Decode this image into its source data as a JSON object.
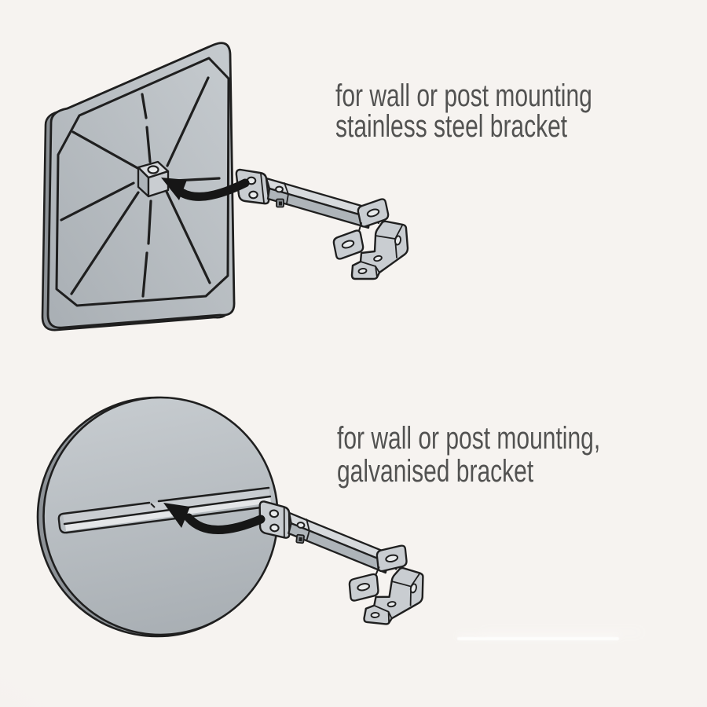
{
  "colors": {
    "background": "#f6f3f0",
    "outline": "#1f1f1f",
    "text": "#3c3c3c",
    "mirror_light": "#c6cbcf",
    "mirror_dark": "#a9afb4",
    "mirror_rim": "#8d9297",
    "metal_top": "#d7dadd",
    "metal_face": "#c9cdd1",
    "metal_side": "#aeb4b9",
    "hole": "#e9ebec",
    "arrow": "#161616",
    "streak": "#ffffff"
  },
  "sections": [
    {
      "id": "stainless",
      "caption": {
        "line1": "for wall or post mounting",
        "line2": "stainless steel bracket"
      }
    },
    {
      "id": "galvanised",
      "caption": {
        "line1": "for wall or post mounting,",
        "line2": "galvanised bracket"
      }
    }
  ]
}
